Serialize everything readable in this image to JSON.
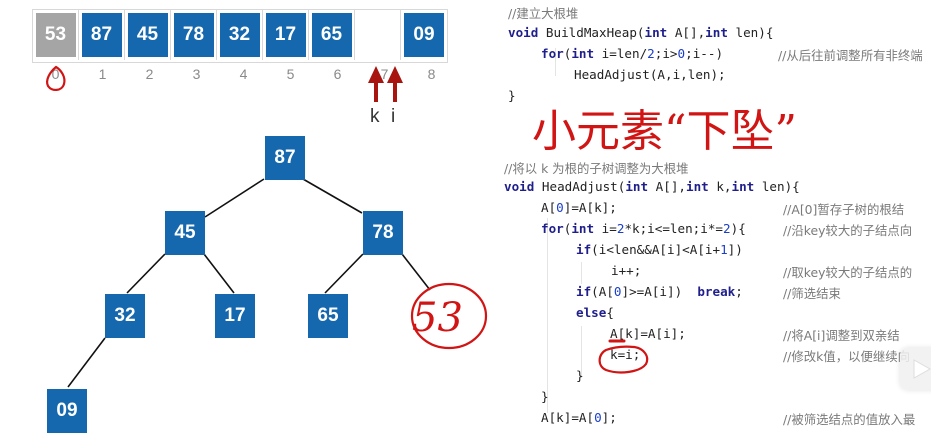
{
  "array": {
    "cells": [
      {
        "index": "0",
        "value": "53",
        "style": "gray"
      },
      {
        "index": "1",
        "value": "87",
        "style": "blue"
      },
      {
        "index": "2",
        "value": "45",
        "style": "blue"
      },
      {
        "index": "3",
        "value": "78",
        "style": "blue"
      },
      {
        "index": "4",
        "value": "32",
        "style": "blue"
      },
      {
        "index": "5",
        "value": "17",
        "style": "blue"
      },
      {
        "index": "6",
        "value": "65",
        "style": "blue"
      },
      {
        "index": "7",
        "value": "",
        "style": "empty"
      },
      {
        "index": "8",
        "value": "09",
        "style": "blue"
      }
    ],
    "pointers": {
      "k": "k",
      "i": "i"
    }
  },
  "tree": {
    "nodes": {
      "n1": "87",
      "n2": "45",
      "n3": "78",
      "n4": "32",
      "n5": "17",
      "n6": "65",
      "n8": "09"
    },
    "handwritten_node": "53"
  },
  "annotations": {
    "handwritten_title": "小元素“下坠”"
  },
  "code": {
    "comment_build": "//建立大根堆",
    "build_sig_kw": "void",
    "build_sig": " BuildMaxHeap(",
    "build_sig_int1": "int",
    "build_sig_mid": " A[],",
    "build_sig_int2": "int",
    "build_sig_end": " len){",
    "for1_kw": "for",
    "for1_open": "(",
    "for1_int": "int",
    "for1_a": " i=len/",
    "for1_two": "2",
    "for1_b": ";i>",
    "for1_zero": "0",
    "for1_c": ";i--)",
    "for1_cmt": "//从后往前调整所有非终端",
    "call": "HeadAdjust(A,i,len);",
    "close1": "}",
    "comment_adjust": "//将以 k 为根的子树调整为大根堆",
    "adj_sig_kw": "void",
    "adj_sig": " HeadAdjust(",
    "adj_int1": "int",
    "adj_mid1": " A[],",
    "adj_int2": "int",
    "adj_mid2": " k,",
    "adj_int3": "int",
    "adj_end": " len){",
    "l1_a": "A[",
    "l1_zero": "0",
    "l1_b": "]=A[k];",
    "l1_cmt": "//A[0]暂存子树的根结",
    "l2_kw": "for",
    "l2_open": "(",
    "l2_int": "int",
    "l2_a": " i=",
    "l2_two": "2",
    "l2_b": "*k;i<=len;i*=",
    "l2_two2": "2",
    "l2_c": "){",
    "l2_cmt": "//沿key较大的子结点向",
    "l3_kw": "if",
    "l3_a": "(i<len&&A[i]<A[i+",
    "l3_one": "1",
    "l3_b": "])",
    "l4": "i++;",
    "l4_cmt": "//取key较大的子结点的",
    "l5_kw": "if",
    "l5_a": "(A[",
    "l5_zero": "0",
    "l5_b": "]>=A[i])  ",
    "l5_break": "break",
    "l5_c": ";",
    "l5_cmt": "//筛选结束",
    "l6_kw": "else",
    "l6_b": "{",
    "l7": "A[k]=A[i];",
    "l7_cmt": "//将A[i]调整到双亲结",
    "l8": "k=i;",
    "l8_cmt": "//修改k值，以便继续向",
    "l9": "}",
    "l10": "}",
    "l11_a": "A[k]=A[",
    "l11_zero": "0",
    "l11_b": "];",
    "l11_cmt": "//被筛选结点的值放入最"
  },
  "colors": {
    "node_blue": "#1668ae",
    "node_gray": "#a5a5a5",
    "annotation_red": "#d11414",
    "pointer_red": "#a8140f"
  }
}
